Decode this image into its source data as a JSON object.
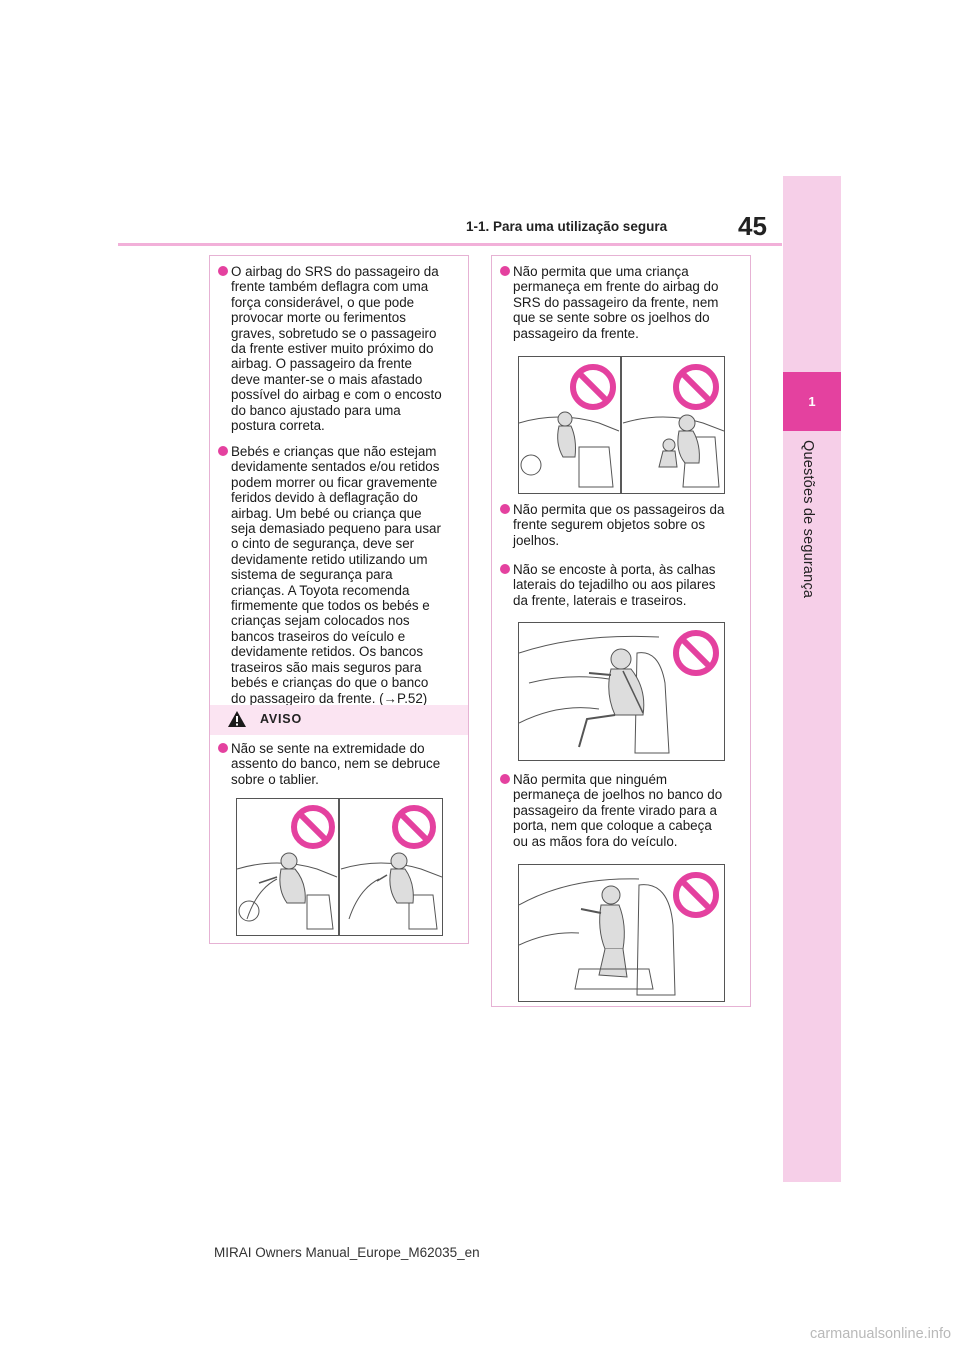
{
  "header": {
    "page_number": "45",
    "section_title": "1-1. Para uma utilização segura"
  },
  "side_tab": {
    "number": "1",
    "label": "Questões de segurança"
  },
  "left_column": {
    "bullets": [
      "O airbag do SRS do passageiro da\nfrente também deflagra com uma\nforça considerável, o que pode\nprovocar morte ou ferimentos\ngraves, sobretudo se o passageiro\nda frente estiver muito próximo do\nairbag. O passageiro da frente\ndeve manter-se o mais afastado\npossível do airbag e com o encosto\ndo banco ajustado para uma\npostura correta.",
      "Bebés e crianças que não estejam\ndevidamente sentados e/ou retidos\npodem morrer ou ficar gravemente\nferidos devido à deflagração do\nairbag. Um bebé ou criança que\nseja demasiado pequeno para usar\no cinto de segurança, deve ser\ndevidamente retido utilizando um\nsistema de segurança para\ncrianças. A Toyota recomenda\nfirmemente que todos os bebés e\ncrianças sejam colocados nos\nbancos traseiros do veículo e\ndevidamente retidos. Os bancos\ntraseiros são mais seguros para\nbebés e crianças do que o banco\ndo passageiro da frente. (→P.52)"
    ],
    "warning_label": "AVISO",
    "warning_bullet": "Não se sente na extremidade do\nassento do banco, nem se debruce\nsobre o tablier."
  },
  "right_column": {
    "bullets": [
      "Não permita que uma criança\npermaneça em frente do airbag do\nSRS do passageiro da frente, nem\nque se sente sobre os joelhos do\npassageiro da frente.",
      "Não permita que os passageiros da\nfrente segurem objetos sobre os\njoelhos.",
      "Não se encoste à porta, às calhas\nlaterais do tejadilho ou aos pilares\nda frente, laterais e traseiros.",
      "Não permita que ninguém\npermaneça de joelhos no banco do\npassageiro da frente virado para a\nporta, nem que coloque a cabeça\nou as mãos fora do veículo."
    ]
  },
  "icons": {
    "bullet": "pink-circle-bullet",
    "warning": "warning-triangle-icon",
    "prohibition": "prohibition-sign-icon"
  },
  "colors": {
    "accent": "#e4419f",
    "tab_background": "#f6cfe8",
    "rule": "#f2b0d9",
    "warning_background": "#fbe4f2",
    "box_border": "#e6b2d4"
  },
  "footer": {
    "manual_id": "MIRAI Owners Manual_Europe_M62035_en"
  },
  "watermark": "carmanualsonline.info"
}
